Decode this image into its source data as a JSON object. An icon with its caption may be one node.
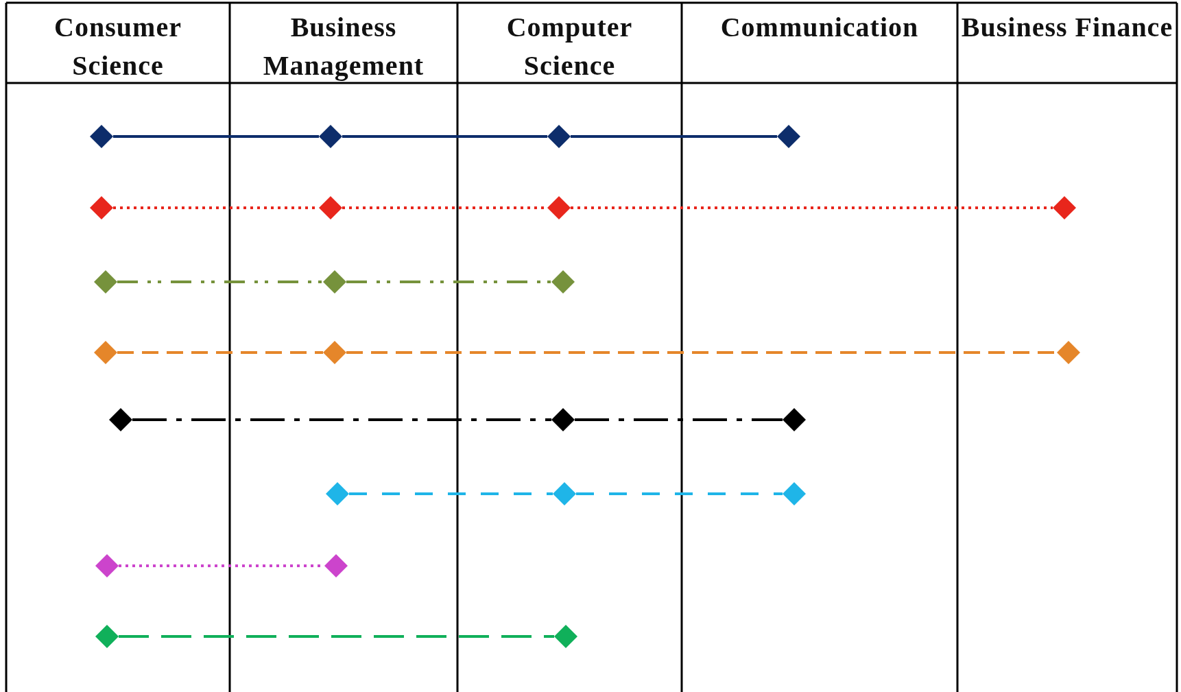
{
  "diagram": {
    "nodes": [
      {
        "text": [
          "Consumer Science"
        ]
      },
      {
        "text": [
          "Business Management"
        ]
      },
      {
        "text": [
          "Computer Science"
        ]
      },
      {
        "text": [
          "Communication"
        ]
      },
      {
        "text": [
          "Business Finance"
        ]
      },
      {
        "text": [],
        "shape": "diamond"
      },
      {
        "text": [],
        "shape": "diamond"
      },
      {
        "text": [],
        "shape": "diamond"
      },
      {
        "text": [],
        "shape": "diamond"
      },
      {
        "text": [],
        "shape": "diamond"
      },
      {
        "text": [],
        "shape": "diamond"
      },
      {
        "text": [],
        "shape": "diamond"
      },
      {
        "text": [],
        "shape": "diamond"
      },
      {
        "text": [],
        "shape": "diamond"
      },
      {
        "text": [],
        "shape": "diamond"
      },
      {
        "text": [],
        "shape": "diamond"
      },
      {
        "text": [],
        "shape": "diamond"
      },
      {
        "text": [],
        "shape": "diamond"
      },
      {
        "text": [],
        "shape": "diamond"
      },
      {
        "text": [],
        "shape": "diamond"
      },
      {
        "text": [],
        "shape": "diamond"
      },
      {
        "text": [],
        "shape": "diamond"
      },
      {
        "text": [],
        "shape": "diamond"
      },
      {
        "text": [],
        "shape": "diamond"
      },
      {
        "text": [],
        "shape": "diamond"
      },
      {
        "text": [],
        "shape": "diamond"
      },
      {
        "text": [],
        "shape": "diamond"
      },
      {
        "text": [],
        "shape": "diamond"
      },
      {
        "text": [],
        "shape": "diamond"
      }
    ],
    "edges": [
      {
        "from": 5,
        "to": 6,
        "arrow": "none",
        "color": "#0d2d6b"
      },
      {
        "from": 6,
        "to": 7,
        "arrow": "none",
        "color": "#0d2d6b"
      },
      {
        "from": 7,
        "to": 8,
        "arrow": "none",
        "color": "#0d2d6b"
      },
      {
        "from": 9,
        "to": 10,
        "arrow": "none",
        "style": "dashed",
        "color": "#e8261c"
      },
      {
        "from": 10,
        "to": 11,
        "arrow": "none",
        "style": "dashed",
        "color": "#e8261c"
      },
      {
        "from": 11,
        "to": 12,
        "arrow": "none",
        "style": "dashed",
        "color": "#e8261c"
      },
      {
        "from": 13,
        "to": 14,
        "arrow": "none",
        "style": "dashed",
        "color": "#76923c"
      },
      {
        "from": 14,
        "to": 15,
        "arrow": "none",
        "style": "dashed",
        "color": "#76923c"
      },
      {
        "from": 16,
        "to": 17,
        "arrow": "none",
        "style": "dashed",
        "color": "#e5862a"
      },
      {
        "from": 17,
        "to": 18,
        "arrow": "none",
        "style": "dashed",
        "color": "#e5862a"
      },
      {
        "from": 19,
        "to": 20,
        "arrow": "none",
        "style": "dashed",
        "color": "#000000"
      },
      {
        "from": 20,
        "to": 21,
        "arrow": "none",
        "style": "dashed",
        "color": "#000000"
      },
      {
        "from": 22,
        "to": 23,
        "arrow": "none",
        "style": "dashed",
        "color": "#1fb5e8"
      },
      {
        "from": 23,
        "to": 24,
        "arrow": "none",
        "style": "dashed",
        "color": "#1fb5e8"
      },
      {
        "from": 25,
        "to": 26,
        "arrow": "none",
        "style": "dashed",
        "color": "#cc44cc"
      },
      {
        "from": 27,
        "to": 28,
        "arrow": "none",
        "style": "dashed",
        "color": "#10b05a"
      }
    ]
  }
}
